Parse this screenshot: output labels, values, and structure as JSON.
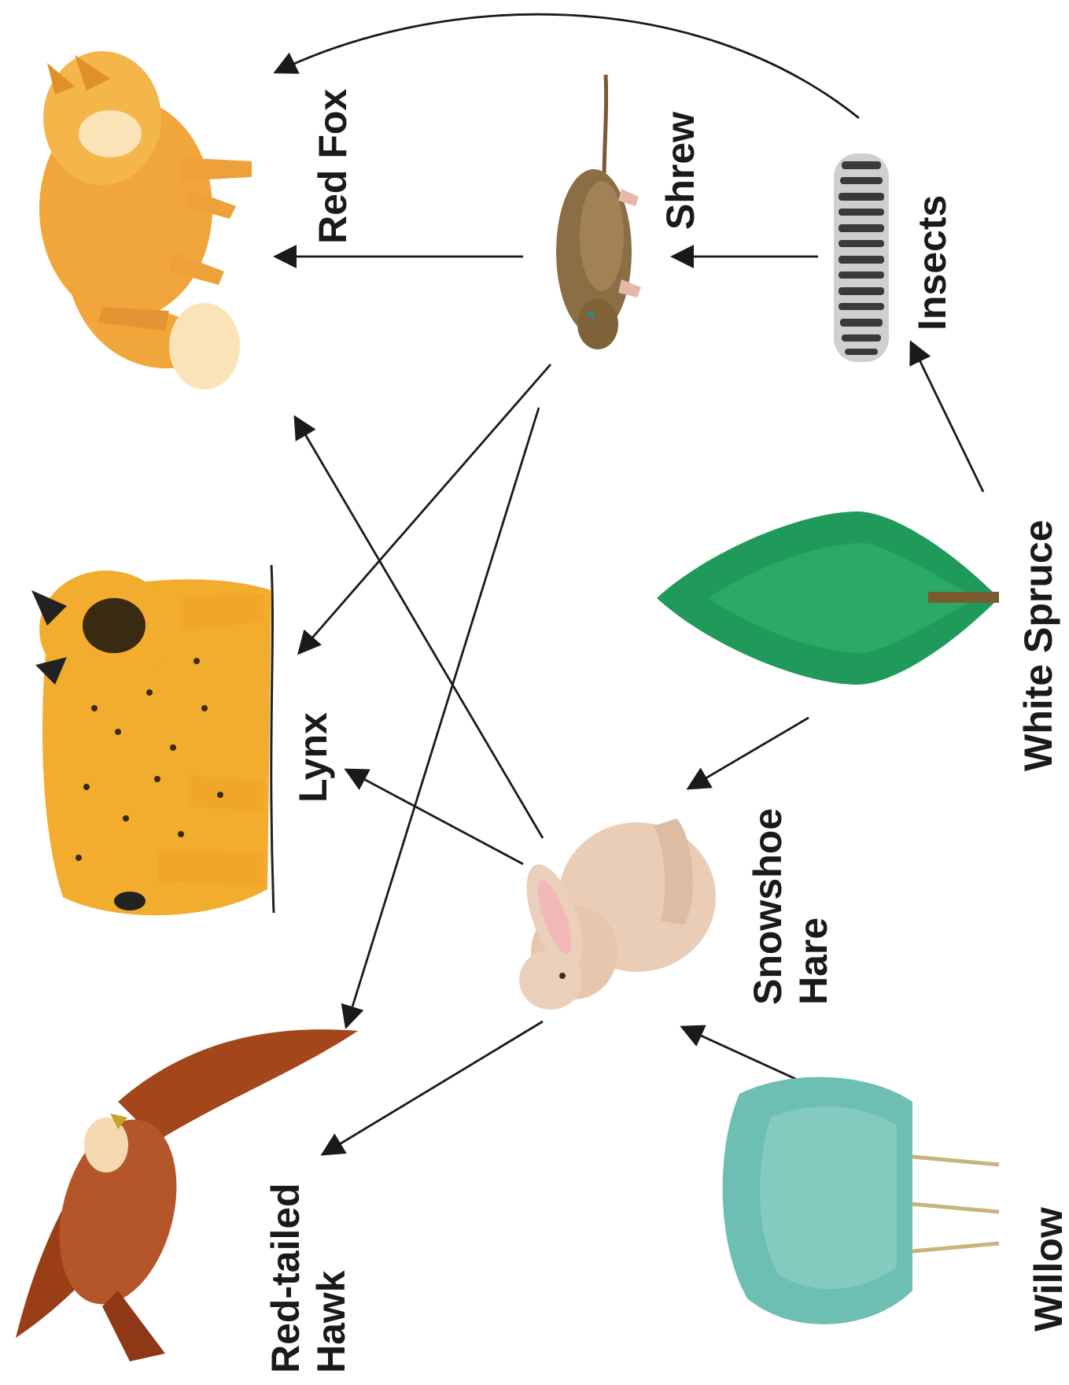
{
  "organisms": {
    "red_fox": {
      "label": [
        "Red Fox"
      ]
    },
    "shrew": {
      "label": [
        "Shrew"
      ]
    },
    "insects": {
      "label": [
        "Insects"
      ]
    },
    "lynx": {
      "label": [
        "Lynx"
      ]
    },
    "white_spruce": {
      "label": [
        "White Spruce"
      ]
    },
    "snowshoe_hare": {
      "label": [
        "Snowshoe",
        "Hare"
      ]
    },
    "red_tailed_hawk": {
      "label": [
        "Red-tailed",
        "Hawk"
      ]
    },
    "willow": {
      "label": [
        "Willow"
      ]
    }
  },
  "edges": [
    {
      "from": "insects",
      "to": "red_fox"
    },
    {
      "from": "shrew",
      "to": "red_fox"
    },
    {
      "from": "insects",
      "to": "shrew"
    },
    {
      "from": "white_spruce",
      "to": "insects"
    },
    {
      "from": "shrew",
      "to": "lynx"
    },
    {
      "from": "shrew",
      "to": "red_tailed_hawk"
    },
    {
      "from": "snowshoe_hare",
      "to": "red_fox"
    },
    {
      "from": "snowshoe_hare",
      "to": "lynx"
    },
    {
      "from": "snowshoe_hare",
      "to": "red_tailed_hawk"
    },
    {
      "from": "white_spruce",
      "to": "snowshoe_hare"
    },
    {
      "from": "willow",
      "to": "snowshoe_hare"
    }
  ],
  "colors": {
    "fox": "#f0a63a",
    "lynx": "#f2ac2e",
    "hawk": "#a3461c",
    "spruce": "#1f9a5a",
    "willow": "#6dbfb3",
    "hare": "#e9cdb6",
    "shrew": "#8b6e43"
  }
}
